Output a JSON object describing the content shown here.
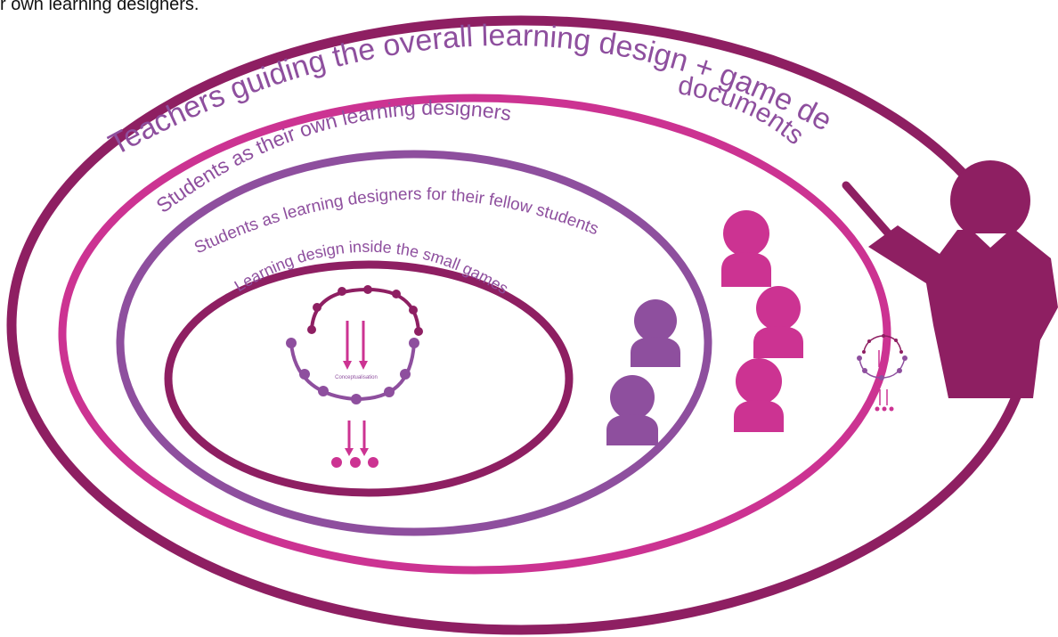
{
  "header": {
    "snippet": "r own learning designers."
  },
  "rings": [
    {
      "label": "Teachers guiding the overall learning design + game design",
      "color": "#8e1f62"
    },
    {
      "label": "Students as their own learning designers",
      "color": "#cc3392"
    },
    {
      "label": "Students as learning designers for their fellow students",
      "color": "#8e4f9e"
    },
    {
      "label": "Learning design inside the small games",
      "color": "#8e1f62"
    }
  ],
  "outer_label_line2": "documents",
  "cycle_center_label": "Conceptualisation",
  "figures": {
    "teacher_color": "#8e1f62",
    "student_pink_color": "#cc3392",
    "student_purple_color": "#8e4f9e"
  }
}
